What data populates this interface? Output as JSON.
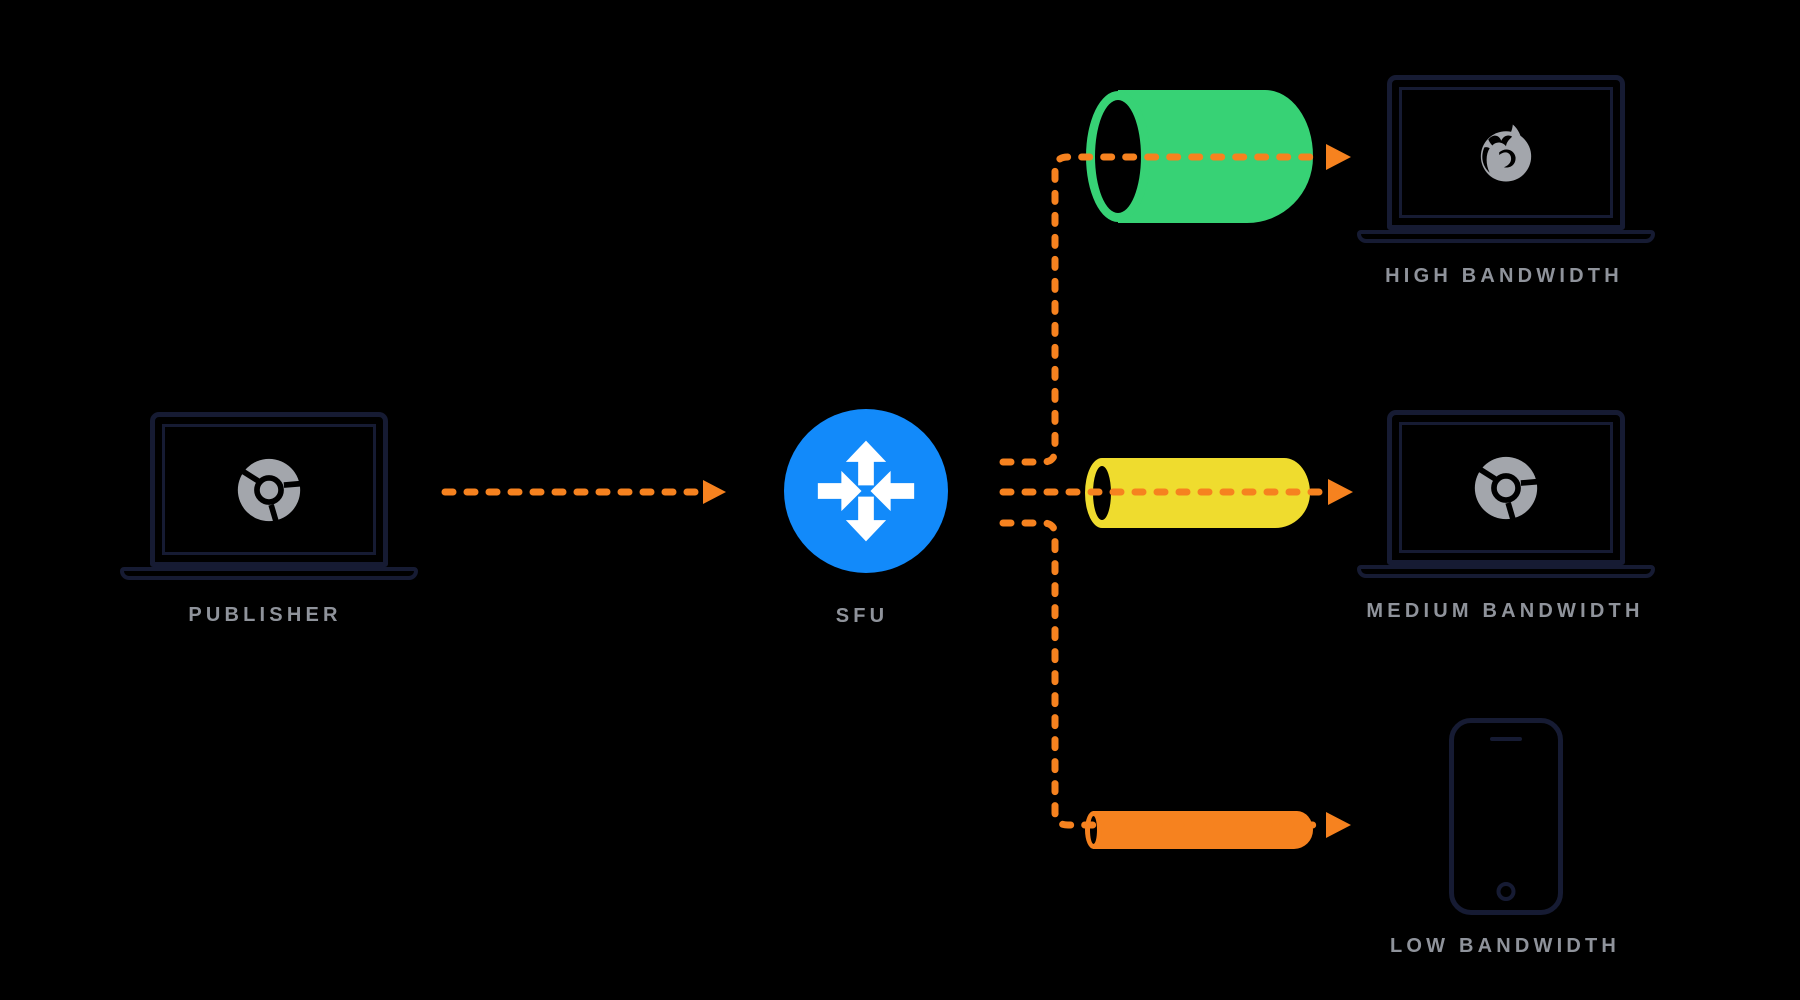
{
  "diagram": {
    "kind": "webrtc-sfu-simulcast-bandwidth-diagram",
    "nodes": {
      "publisher": {
        "label": "PUBLISHER",
        "device": "laptop",
        "browser_icon": "chrome-icon"
      },
      "sfu": {
        "label": "SFU",
        "icon": "sfu-router-icon"
      },
      "receiver_high": {
        "label": "HIGH BANDWIDTH",
        "device": "laptop",
        "browser_icon": "firefox-icon",
        "pipe": "large"
      },
      "receiver_medium": {
        "label": "MEDIUM BANDWIDTH",
        "device": "laptop",
        "browser_icon": "chrome-icon",
        "pipe": "medium"
      },
      "receiver_low": {
        "label": "LOW BANDWIDTH",
        "device": "phone",
        "pipe": "small"
      }
    },
    "edges": [
      {
        "from": "publisher",
        "to": "sfu",
        "style": "dashed-arrow"
      },
      {
        "from": "sfu",
        "to": "receiver_high",
        "style": "dashed-arrow",
        "through_pipe": "high"
      },
      {
        "from": "sfu",
        "to": "receiver_medium",
        "style": "dashed-arrow",
        "through_pipe": "medium"
      },
      {
        "from": "sfu",
        "to": "receiver_low",
        "style": "dashed-arrow",
        "through_pipe": "low"
      }
    ],
    "colors": {
      "background": "#000000",
      "device_outline": "#161B33",
      "label_text": "#8F939B",
      "icon_gray": "#A3A6AC",
      "arrow_orange": "#F6821F",
      "sfu_blue": "#128AFA",
      "pipe_high_green": "#37D275",
      "pipe_medium_yellow": "#EFDC2E",
      "pipe_low_orange": "#F6821F"
    }
  }
}
